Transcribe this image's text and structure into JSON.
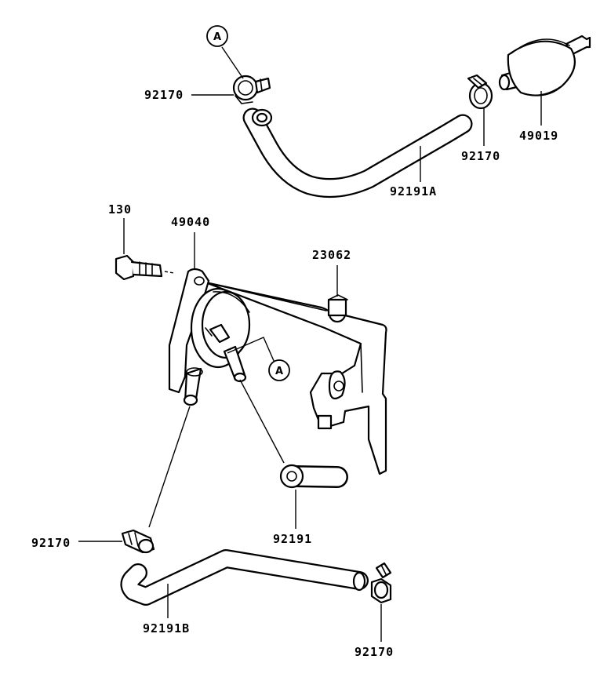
{
  "labels": {
    "clamp_top_left": "92170",
    "clamp_top_right": "92170",
    "filter": "49019",
    "hose_a": "92191A",
    "bolt": "130",
    "pump": "49040",
    "bracket": "23062",
    "hose_mid": "92191",
    "clamp_bottom_left": "92170",
    "hose_b": "92191B",
    "clamp_bottom_right": "92170"
  },
  "refs": {
    "top": "A",
    "pump": "A"
  }
}
